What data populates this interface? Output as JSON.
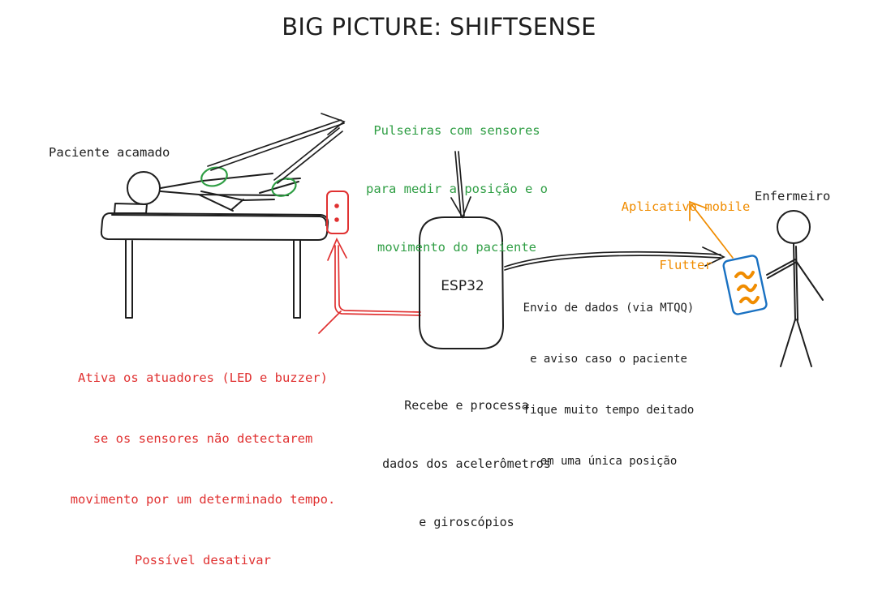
{
  "title": "BIG PICTURE: SHIFTSENSE",
  "labels": {
    "patient": "Paciente acamado",
    "bracelets": [
      "Pulseiras com sensores",
      "para medir a posição e o",
      "movimento do paciente"
    ],
    "app": [
      "Aplicativo mobile",
      "Flutter"
    ],
    "nurse": "Enfermeiro",
    "esp32": "ESP32",
    "send": [
      "Envio de dados (via MTQQ)",
      "e aviso caso o paciente",
      "fique muito tempo deitado",
      "em uma única posição"
    ],
    "process": [
      "Recebe e processa",
      "dados dos acelerômetros",
      "e giroscópios"
    ],
    "actuators": [
      "Ativa os atuadores (LED e buzzer)",
      "se os sensores não detectarem",
      "movimento por um determinado tempo.",
      "Possível desativar"
    ]
  },
  "colors": {
    "ink": "#1e1e1e",
    "green": "#2f9e44",
    "red": "#e03131",
    "orange": "#f08c00",
    "blue": "#1971c2"
  }
}
